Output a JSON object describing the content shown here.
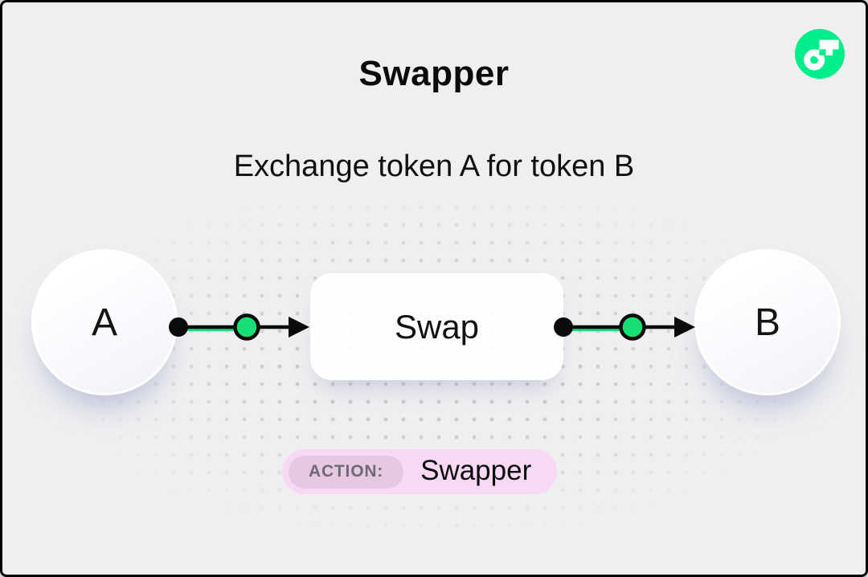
{
  "frame": {
    "background": "#efefef",
    "border_color": "#000000"
  },
  "header": {
    "title": "Swapper",
    "subtitle": "Exchange token A for token B"
  },
  "logo": {
    "name": "flow-logo",
    "circle_color": "#00ef8b",
    "glyph_color": "#ffffff"
  },
  "diagram": {
    "token_a": {
      "label": "A"
    },
    "swap": {
      "label": "Swap"
    },
    "token_b": {
      "label": "B"
    },
    "colors": {
      "connector_black": "#0b0b0b",
      "connector_green": "#16df77",
      "node_background": "#ffffff"
    }
  },
  "action_badge": {
    "label": "ACTION:",
    "value": "Swapper",
    "colors": {
      "outer_background": "#f8d8f5",
      "label_background": "#e7c8e2",
      "label_text": "#6e6a72",
      "value_text": "#0d0d0d"
    }
  }
}
